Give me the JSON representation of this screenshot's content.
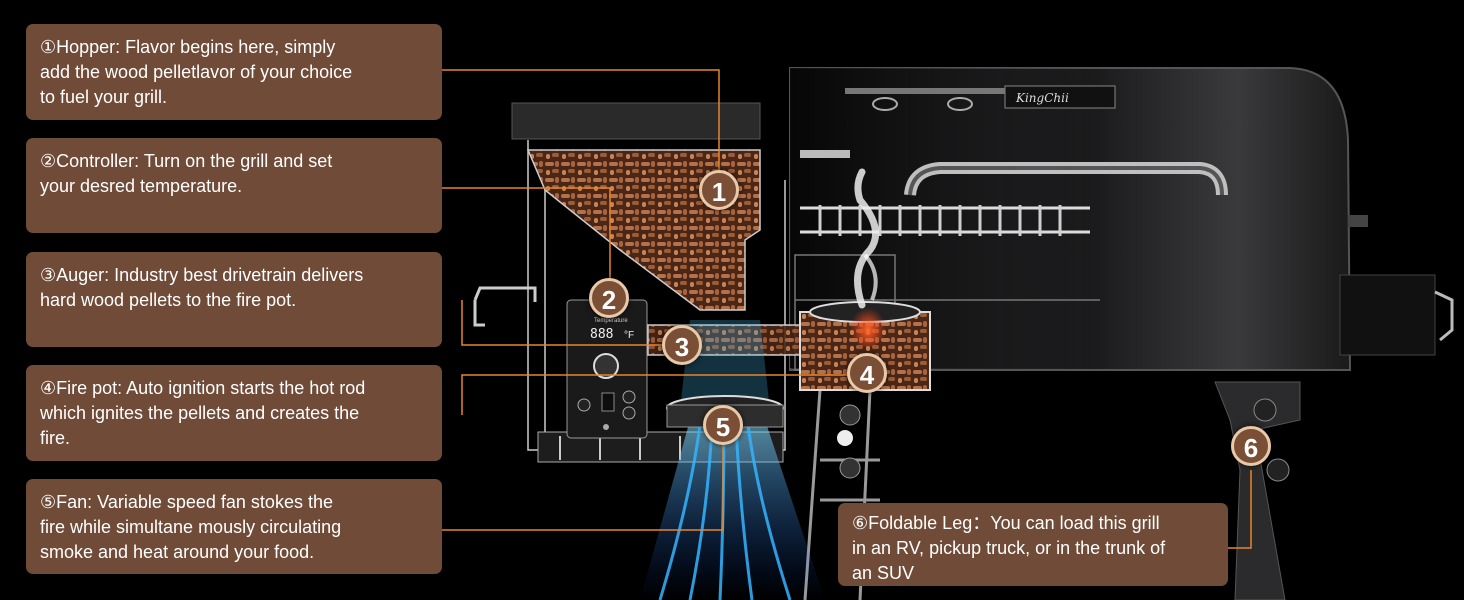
{
  "brand": "KingChii",
  "controller_display": {
    "label": "Temperature",
    "digits": "888",
    "unit": "°F"
  },
  "callouts": [
    {
      "number": "1",
      "text": "①Hopper: Flavor begins here, simply\nadd the wood pelletlavor of your choice\nto fuel your grill."
    },
    {
      "number": "2",
      "text": "②Controller: Turn on the grill and set\nyour desred temperature."
    },
    {
      "number": "3",
      "text": "③Auger: Industry best drivetrain delivers\nhard wood pellets to the fire pot."
    },
    {
      "number": "4",
      "text": "④Fire pot: Auto ignition starts the hot rod\nwhich ignites the pellets and creates the\nfire."
    },
    {
      "number": "5",
      "text": "⑤Fan: Variable speed fan stokes the\nfire while simultane mously circulating\nsmoke and heat around your food."
    },
    {
      "number": "6",
      "text": "⑥Foldable Leg：You can load this grill\nin an RV, pickup truck, or in the trunk of\nan SUV"
    }
  ],
  "colors": {
    "callout_bg": "#6f4b38",
    "leader_line": "#e7862c",
    "badge_bg": "#7a4f36",
    "fan_glow": "#2aa0ff"
  }
}
